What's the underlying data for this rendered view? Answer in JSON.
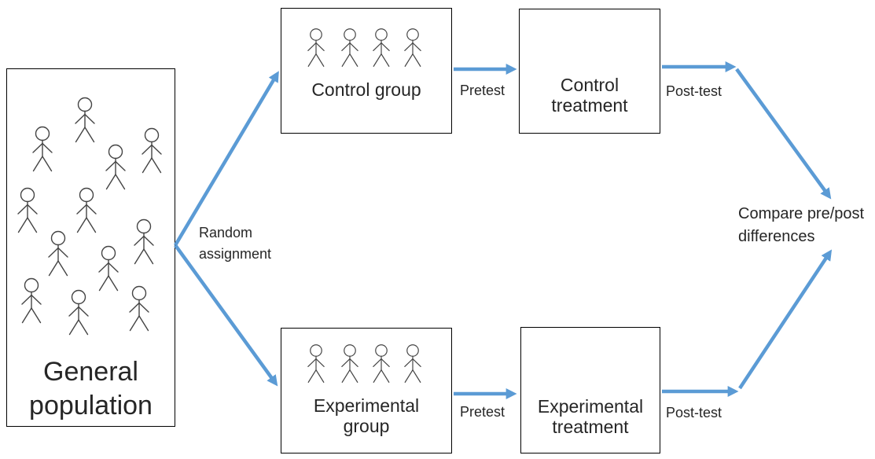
{
  "boxes": {
    "general_population": {
      "label": "General\npopulation"
    },
    "control_group": {
      "label": "Control group"
    },
    "control_treatment": {
      "label": "Control\ntreatment"
    },
    "experimental_group": {
      "label": "Experimental\ngroup"
    },
    "experimental_treatment": {
      "label": "Experimental\ntreatment"
    }
  },
  "arrow_labels": {
    "random_assignment": "Random\nassignment",
    "pretest_top": "Pretest",
    "posttest_top": "Post-test",
    "pretest_bottom": "Pretest",
    "posttest_bottom": "Post-test",
    "compare": "Compare pre/post\ndifferences"
  },
  "figure_counts": {
    "general_population": 12,
    "control_group": 4,
    "experimental_group": 4
  },
  "colors": {
    "arrow": "#5b9bd5",
    "box_border": "#000000",
    "text": "#262626",
    "figure_stroke": "#444444",
    "background": "#ffffff"
  }
}
